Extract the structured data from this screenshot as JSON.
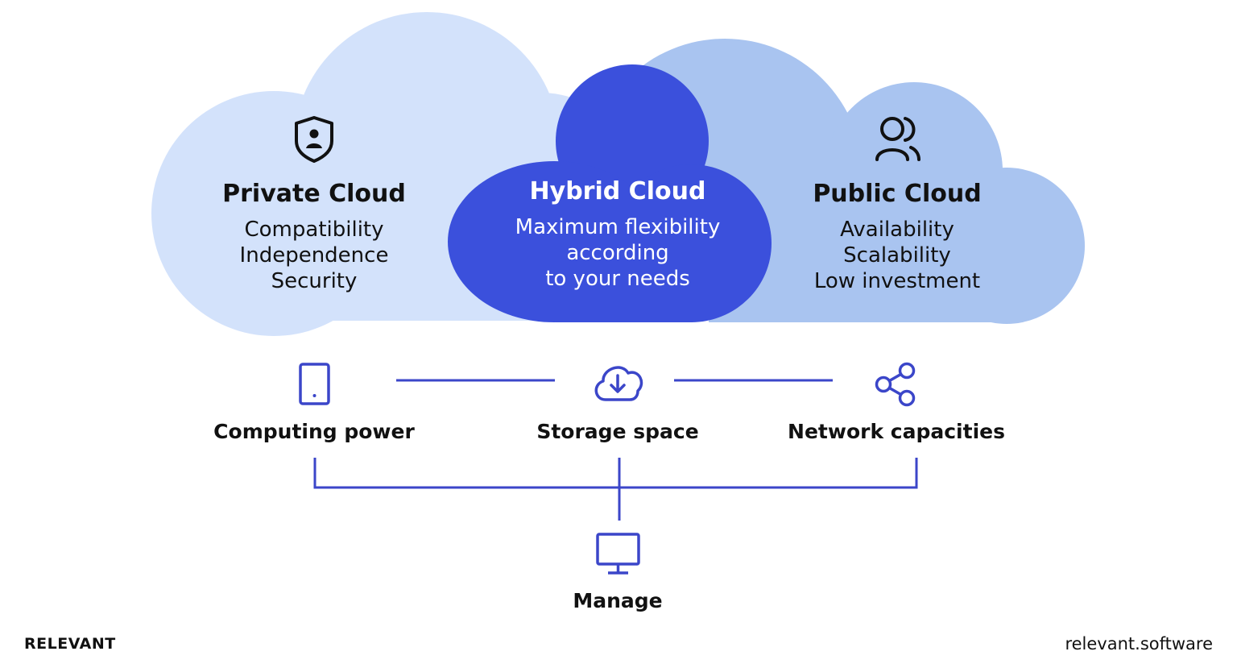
{
  "clouds": {
    "private": {
      "title": "Private Cloud",
      "lines": [
        "Compatibility",
        "Independence",
        "Security"
      ],
      "icon": "shield-user-icon"
    },
    "hybrid": {
      "title": "Hybrid Cloud",
      "lines": [
        "Maximum flexibility",
        "according",
        "to your needs"
      ]
    },
    "public": {
      "title": "Public Cloud",
      "lines": [
        "Availability",
        "Scalability",
        "Low investment"
      ],
      "icon": "users-icon"
    }
  },
  "resources": {
    "computing": {
      "label": "Computing power",
      "icon": "tablet-icon"
    },
    "storage": {
      "label": "Storage space",
      "icon": "cloud-download-icon"
    },
    "network": {
      "label": "Network capacities",
      "icon": "share-icon"
    }
  },
  "manage": {
    "label": "Manage",
    "icon": "monitor-icon"
  },
  "branding": {
    "left": "RELEVANT",
    "right": "relevant.software"
  },
  "colors": {
    "private_cloud": "#d3e2fb",
    "public_cloud": "#a9c4f0",
    "hybrid_cloud": "#3b50dc",
    "accent": "#3b46c9"
  }
}
